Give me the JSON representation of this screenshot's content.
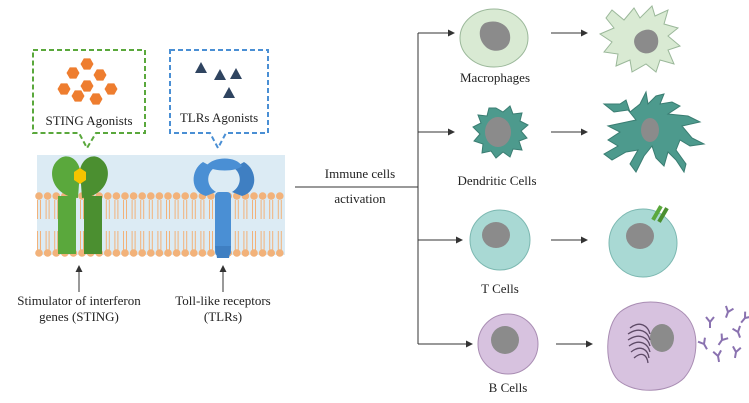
{
  "callouts": {
    "sting_agonists": "STING Agonists",
    "tlr_agonists": "TLRs Agonists"
  },
  "membrane_labels": {
    "sting_line1": "Stimulator of interferon",
    "sting_line2": "genes (STING)",
    "tlr_line1": "Toll-like receptors",
    "tlr_line2": "(TLRs)"
  },
  "activation": {
    "line1": "Immune cells",
    "line2": "activation"
  },
  "cells": [
    {
      "label": "Macrophages",
      "resting_color": "#d9ead3",
      "active_color": "#d9ead3"
    },
    {
      "label": "Dendritic Cells",
      "resting_color": "#4d9a8d",
      "active_color": "#4d9a8d"
    },
    {
      "label": "T Cells",
      "resting_color": "#a9d9d4",
      "active_color": "#a9d9d4"
    },
    {
      "label": "B Cells",
      "resting_color": "#d7c2df",
      "active_color": "#d7c2df"
    }
  ],
  "colors": {
    "sting_green": "#5aa83c",
    "tlr_blue": "#4a8fd4",
    "membrane_orange": "#f2b27a",
    "agonist_orange": "#ee7d2f",
    "agonist_navy": "#2f4460",
    "nucleus_grey": "#8b8b8b",
    "background_blue": "#dcebf4"
  }
}
